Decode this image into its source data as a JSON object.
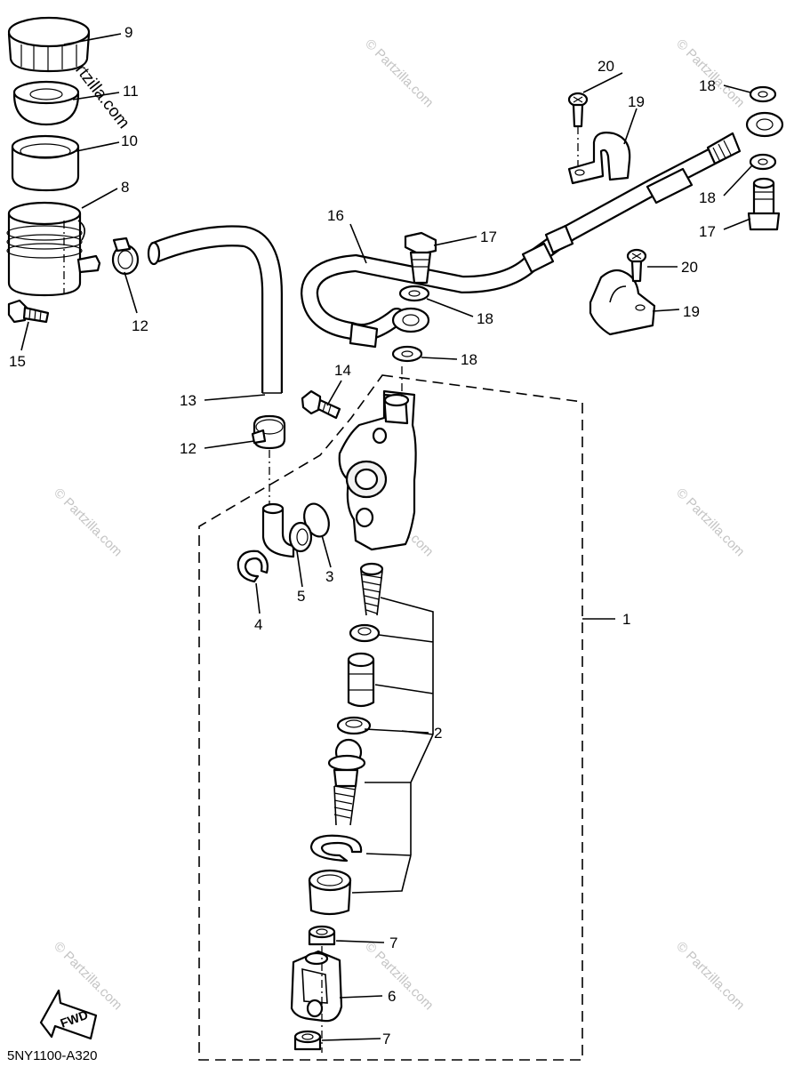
{
  "diagram": {
    "code": "5NY1100-A320",
    "fwd_label": "FWD",
    "watermark_main": "Partzilla.com",
    "watermark": "© Partzilla.com",
    "callouts": {
      "c1": "1",
      "c2": "2",
      "c3": "3",
      "c4": "4",
      "c5": "5",
      "c6": "6",
      "c7a": "7",
      "c7b": "7",
      "c8": "8",
      "c9": "9",
      "c10": "10",
      "c11": "11",
      "c12a": "12",
      "c12b": "12",
      "c13": "13",
      "c14": "14",
      "c15": "15",
      "c16": "16",
      "c17a": "17",
      "c17b": "17",
      "c18a": "18",
      "c18b": "18",
      "c18c": "18",
      "c18d": "18",
      "c19a": "19",
      "c19b": "19",
      "c20a": "20",
      "c20b": "20"
    }
  }
}
